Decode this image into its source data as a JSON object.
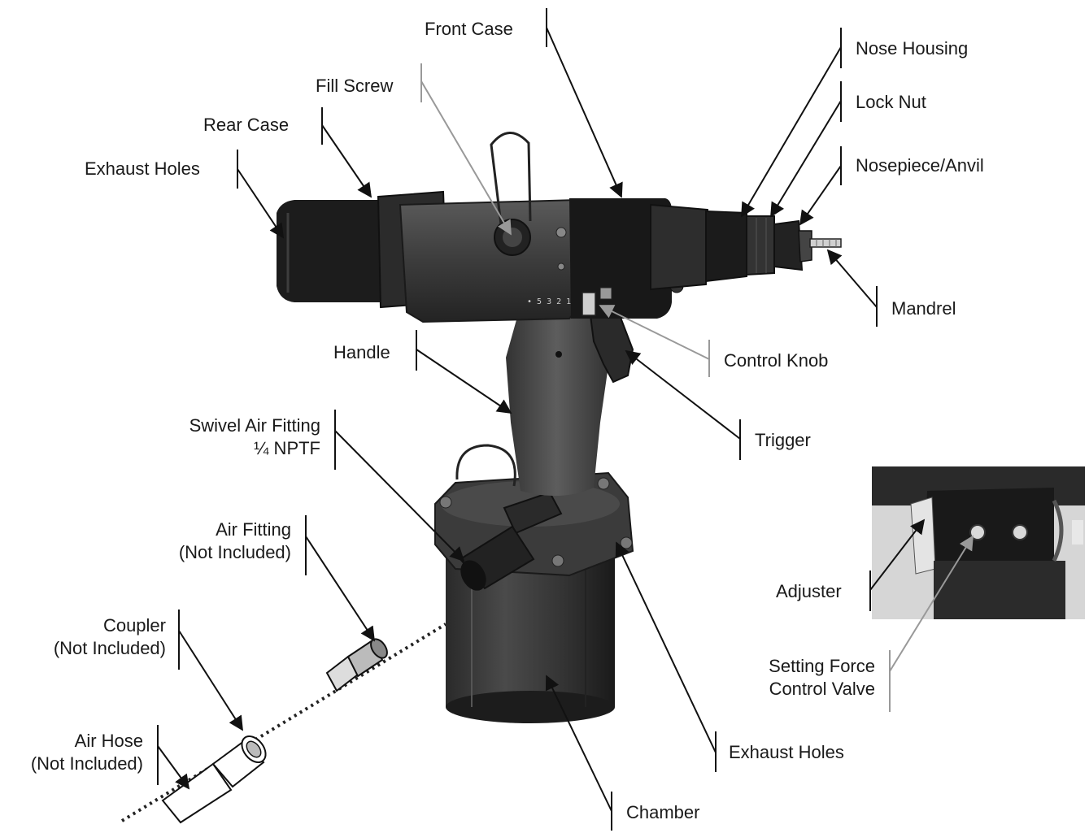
{
  "labels": {
    "front_case": "Front Case",
    "fill_screw": "Fill Screw",
    "rear_case": "Rear Case",
    "exhaust_holes_top": "Exhaust Holes",
    "nose_housing": "Nose Housing",
    "lock_nut": "Lock Nut",
    "nosepiece_anvil": "Nosepiece/Anvil",
    "mandrel": "Mandrel",
    "control_knob": "Control Knob",
    "handle": "Handle",
    "trigger": "Trigger",
    "swivel_line1": "Swivel Air Fitting",
    "swivel_line2": "¼ NPTF",
    "air_fitting_line1": "Air Fitting",
    "air_fitting_line2": "(Not Included)",
    "coupler_line1": "Coupler",
    "coupler_line2": "(Not Included)",
    "air_hose_line1": "Air Hose",
    "air_hose_line2": "(Not Included)",
    "adjuster": "Adjuster",
    "setting_line1": "Setting Force",
    "setting_line2": "Control Valve",
    "exhaust_holes_bottom": "Exhaust Holes",
    "chamber": "Chamber"
  },
  "colors": {
    "tool_body": "#3a3a3a",
    "tool_dark": "#161616",
    "tool_mid": "#555555",
    "leader_black": "#111111",
    "leader_gray": "#999999"
  }
}
